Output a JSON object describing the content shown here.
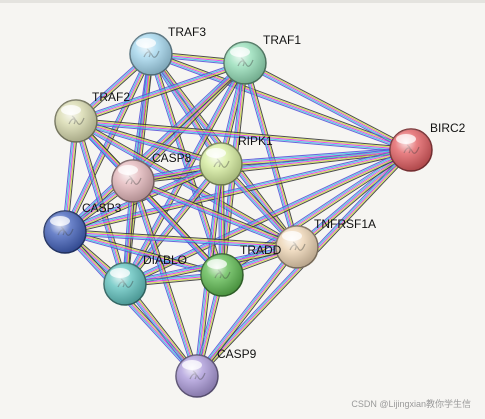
{
  "watermark": "CSDN @Lijingxian教你学生信",
  "edge_colors": [
    "#3a3a3a",
    "#c9d93c",
    "#e23de0",
    "#3ac8e2",
    "#5a55d8"
  ],
  "nodes": [
    {
      "id": "TRAF3",
      "label": "TRAF3",
      "color": "#9fd4ec"
    },
    {
      "id": "TRAF1",
      "label": "TRAF1",
      "color": "#8fdcb4"
    },
    {
      "id": "TRAF2",
      "label": "TRAF2",
      "color": "#d6d8aa"
    },
    {
      "id": "BIRC2",
      "label": "BIRC2",
      "color": "#e0565a"
    },
    {
      "id": "RIPK1",
      "label": "RIPK1",
      "color": "#d4ec9a"
    },
    {
      "id": "CASP8",
      "label": "CASP8",
      "color": "#e2b4b8"
    },
    {
      "id": "CASP3",
      "label": "CASP3",
      "color": "#3a5ab8"
    },
    {
      "id": "TNFRSF1A",
      "label": "TNFRSF1A",
      "color": "#ecd2b0"
    },
    {
      "id": "TRADD",
      "label": "TRADD",
      "color": "#58b84a"
    },
    {
      "id": "DIABLO",
      "label": "DIABLO",
      "color": "#5ac0bc"
    },
    {
      "id": "CASP9",
      "label": "CASP9",
      "color": "#a896d8"
    }
  ],
  "edges": [
    [
      "TRAF3",
      "TRAF1"
    ],
    [
      "TRAF3",
      "TRAF2"
    ],
    [
      "TRAF3",
      "CASP8"
    ],
    [
      "TRAF3",
      "RIPK1"
    ],
    [
      "TRAF3",
      "BIRC2"
    ],
    [
      "TRAF3",
      "TNFRSF1A"
    ],
    [
      "TRAF3",
      "TRADD"
    ],
    [
      "TRAF3",
      "DIABLO"
    ],
    [
      "TRAF3",
      "CASP3"
    ],
    [
      "TRAF1",
      "TRAF2"
    ],
    [
      "TRAF1",
      "CASP8"
    ],
    [
      "TRAF1",
      "RIPK1"
    ],
    [
      "TRAF1",
      "BIRC2"
    ],
    [
      "TRAF1",
      "TNFRSF1A"
    ],
    [
      "TRAF1",
      "TRADD"
    ],
    [
      "TRAF1",
      "DIABLO"
    ],
    [
      "TRAF1",
      "CASP3"
    ],
    [
      "TRAF2",
      "CASP8"
    ],
    [
      "TRAF2",
      "RIPK1"
    ],
    [
      "TRAF2",
      "BIRC2"
    ],
    [
      "TRAF2",
      "TNFRSF1A"
    ],
    [
      "TRAF2",
      "TRADD"
    ],
    [
      "TRAF2",
      "CASP3"
    ],
    [
      "TRAF2",
      "DIABLO"
    ],
    [
      "BIRC2",
      "RIPK1"
    ],
    [
      "BIRC2",
      "CASP8"
    ],
    [
      "BIRC2",
      "TNFRSF1A"
    ],
    [
      "BIRC2",
      "TRADD"
    ],
    [
      "BIRC2",
      "CASP3"
    ],
    [
      "BIRC2",
      "DIABLO"
    ],
    [
      "BIRC2",
      "CASP9"
    ],
    [
      "RIPK1",
      "CASP8"
    ],
    [
      "RIPK1",
      "TNFRSF1A"
    ],
    [
      "RIPK1",
      "TRADD"
    ],
    [
      "RIPK1",
      "CASP3"
    ],
    [
      "RIPK1",
      "DIABLO"
    ],
    [
      "RIPK1",
      "CASP9"
    ],
    [
      "CASP8",
      "CASP3"
    ],
    [
      "CASP8",
      "TNFRSF1A"
    ],
    [
      "CASP8",
      "TRADD"
    ],
    [
      "CASP8",
      "DIABLO"
    ],
    [
      "CASP8",
      "CASP9"
    ],
    [
      "CASP3",
      "DIABLO"
    ],
    [
      "CASP3",
      "CASP9"
    ],
    [
      "CASP3",
      "TRADD"
    ],
    [
      "CASP3",
      "TNFRSF1A"
    ],
    [
      "TNFRSF1A",
      "TRADD"
    ],
    [
      "TNFRSF1A",
      "DIABLO"
    ],
    [
      "TNFRSF1A",
      "CASP9"
    ],
    [
      "TRADD",
      "DIABLO"
    ],
    [
      "TRADD",
      "CASP9"
    ],
    [
      "DIABLO",
      "CASP9"
    ]
  ]
}
